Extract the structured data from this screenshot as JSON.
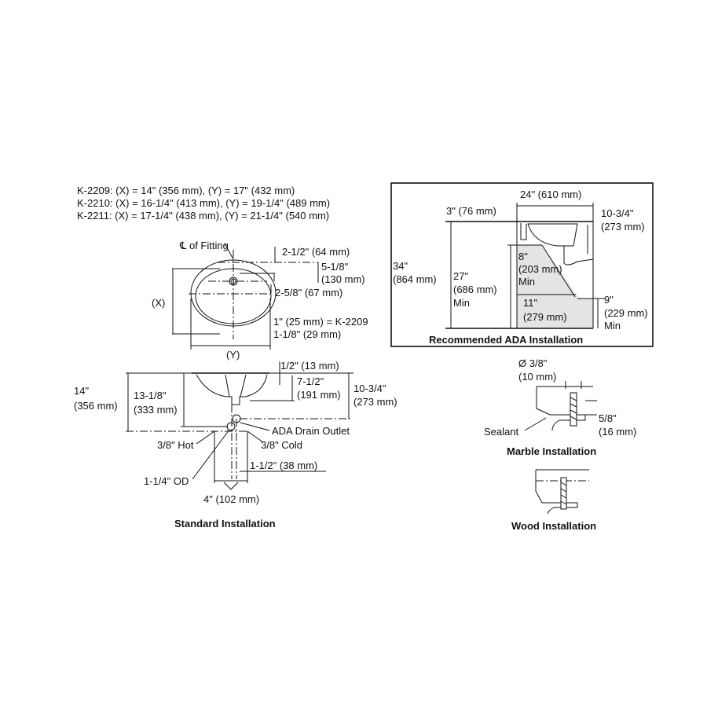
{
  "models": [
    "K-2209: (X) = 14\" (356 mm), (Y) = 17\" (432 mm)",
    "K-2210: (X) = 16-1/4\" (413 mm), (Y) = 19-1/4\" (489 mm)",
    "K-2211: (X) = 17-1/4\" (438 mm), (Y) = 21-1/4\" (540 mm)"
  ],
  "plan": {
    "cl_fitting": "℄ of Fitting",
    "d1": "2-1/2\" (64 mm)",
    "d2a": "5-1/8\"",
    "d2b": "(130 mm)",
    "d3": "2-5/8\" (67 mm)",
    "x": "(X)",
    "y": "(Y)",
    "d4a": "1\" (25 mm) = K-2209",
    "d4b": "1-1/8\" (29 mm)"
  },
  "standard": {
    "d1": "1/2\" (13 mm)",
    "d2a": "7-1/2\"",
    "d2b": "(191 mm)",
    "d3a": "10-3/4\"",
    "d3b": "(273 mm)",
    "d4a": "14\"",
    "d4b": "(356 mm)",
    "d5a": "13-1/8\"",
    "d5b": "(333 mm)",
    "ada_drain": "ADA Drain Outlet",
    "hot": "3/8\" Hot",
    "cold": "3/8\" Cold",
    "d6": "1-1/2\" (38 mm)",
    "od": "1-1/4\" OD",
    "d7": "4\" (102 mm)",
    "title": "Standard Installation"
  },
  "ada": {
    "w": "24\" (610 mm)",
    "setback": "3\" (76 mm)",
    "h1a": "10-3/4\"",
    "h1b": "(273 mm)",
    "h2a": "34\"",
    "h2b": "(864 mm)",
    "h3a": "27\"",
    "h3b": "(686 mm)",
    "h3c": "Min",
    "k1a": "8\"",
    "k1b": "(203 mm)",
    "k1c": "Min",
    "k2a": "11\"",
    "k2b": "(279 mm)",
    "t1a": "9\"",
    "t1b": "(229 mm)",
    "t1c": "Min",
    "title": "Recommended ADA Installation"
  },
  "marble": {
    "dia_a": "Ø 3/8\"",
    "dia_b": "(10 mm)",
    "sealant": "Sealant",
    "t_a": "5/8\"",
    "t_b": "(16 mm)",
    "title": "Marble Installation"
  },
  "wood": {
    "title": "Wood Installation"
  }
}
